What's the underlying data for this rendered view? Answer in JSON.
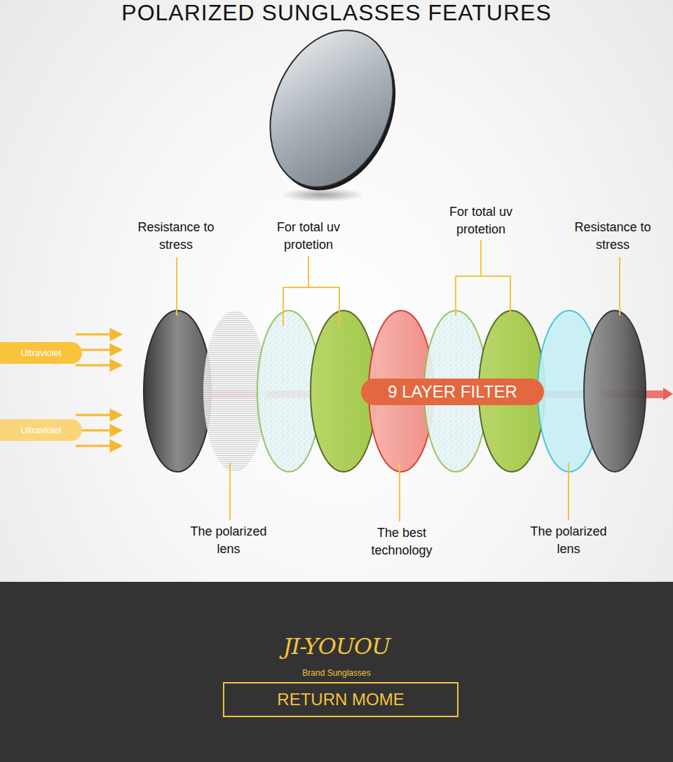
{
  "diagram": {
    "title": "POLARIZED SUNGLASSES FEATURES",
    "nodes": [
      {
        "text": [
          "Ultraviolet"
        ]
      },
      {
        "text": [
          "Ultraviolet"
        ]
      },
      {
        "text": [
          "9 LAYER FILTER"
        ]
      },
      {
        "text": [
          "JI-YOUOU",
          "Brand Sunglasses"
        ]
      },
      {
        "text": [
          "RETURN MOME"
        ],
        "in": 3
      }
    ],
    "labels": [
      "Resistance to stress",
      "For total uv protetion",
      "For total uv protetion",
      "Resistance to stress",
      "The polarized lens",
      "The best technology",
      "The polarized lens"
    ]
  }
}
